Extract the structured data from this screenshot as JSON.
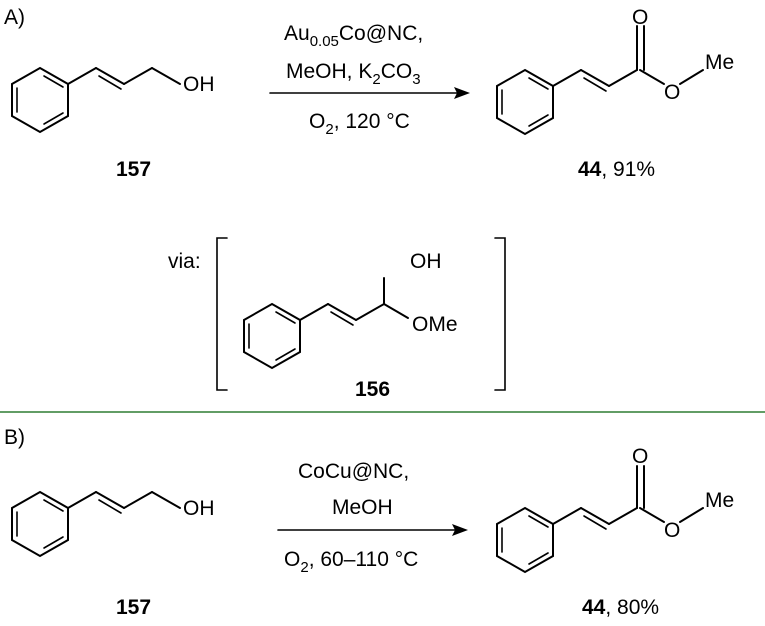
{
  "panel_a": {
    "label": "A)",
    "reactant": {
      "group": "OH",
      "id": "157"
    },
    "conditions": {
      "line1_main": "Au",
      "line1_sub": "0.05",
      "line1_rest": "Co@NC,",
      "line2_pre": "MeOH, K",
      "line2_sub1": "2",
      "line2_mid": "CO",
      "line2_sub2": "3",
      "line3_pre": "O",
      "line3_sub": "2",
      "line3_rest": ", 120 °C"
    },
    "product": {
      "group_o": "O",
      "group_ome": "Me",
      "id": "44",
      "yield": ", 91%"
    },
    "intermediate": {
      "via": "via:",
      "group_oh": "OH",
      "group_ome": "OMe",
      "id": "156"
    }
  },
  "panel_b": {
    "label": "B)",
    "reactant": {
      "group": "OH",
      "id": "157"
    },
    "conditions": {
      "line1": "CoCu@NC,",
      "line2": "MeOH",
      "line3_pre": "O",
      "line3_sub": "2",
      "line3_rest": ", 60–110 °C"
    },
    "product": {
      "group_o": "O",
      "group_ome": "Me",
      "id": "44",
      "yield": ", 80%"
    }
  },
  "colors": {
    "divider": "#2e7d32",
    "ink": "#000000"
  }
}
